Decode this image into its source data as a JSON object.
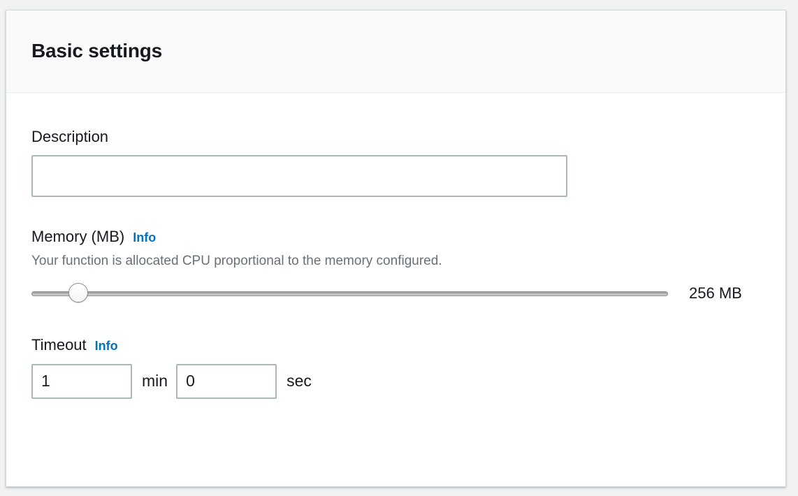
{
  "panel": {
    "title": "Basic settings"
  },
  "description_field": {
    "label": "Description",
    "value": "",
    "placeholder": ""
  },
  "memory_field": {
    "label": "Memory (MB)",
    "info_label": "Info",
    "hint": "Your function is allocated CPU proportional to the memory configured.",
    "value_label": "256 MB",
    "value": 256,
    "min": 128,
    "max": 3008,
    "thumb_percent": 6
  },
  "timeout_field": {
    "label": "Timeout",
    "info_label": "Info",
    "minutes_value": "1",
    "minutes_unit": "min",
    "seconds_value": "0",
    "seconds_unit": "sec"
  },
  "colors": {
    "page_background": "#f1f3f3",
    "panel_background": "#ffffff",
    "header_background": "#fafafa",
    "text_primary": "#16191f",
    "text_secondary": "#687078",
    "link_blue": "#0073bb",
    "input_border": "#aab7b8",
    "panel_border": "#d5dbdb"
  }
}
